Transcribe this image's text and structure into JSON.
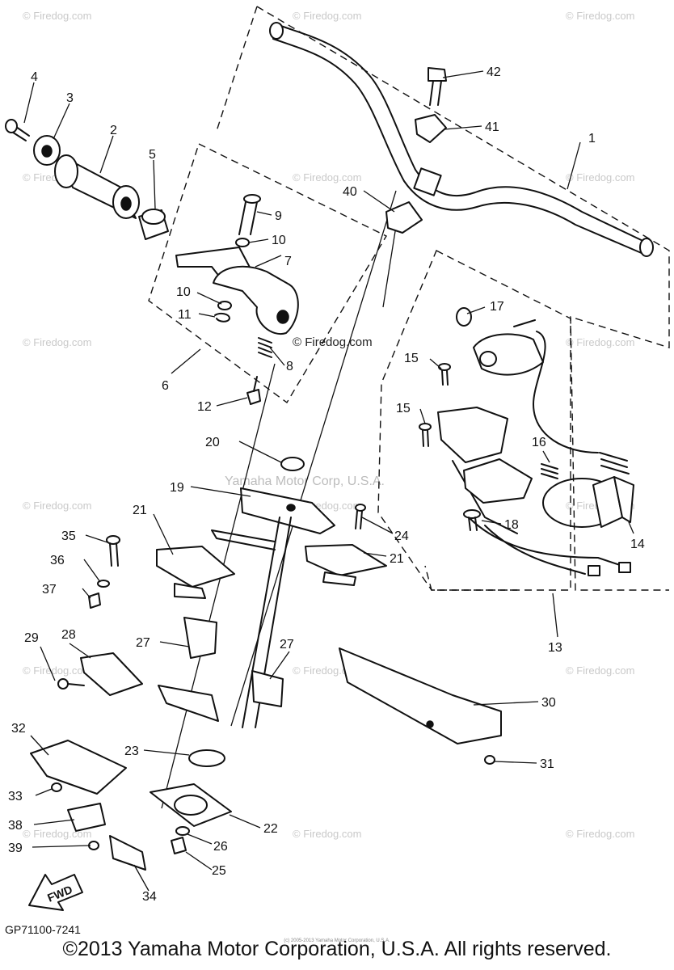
{
  "watermark": "© Firedog.com",
  "watermark_center": "© Firedog.com",
  "yamaha_watermark": "Yamaha Motor Corp, U.S.A.",
  "fwd_label": "FWD",
  "diagram_code": "GP71100-7241",
  "copyright": "©2013 Yamaha Motor Corporation, U.S.A. All rights reserved.",
  "tiny_copyright": "(c) 2005-2013 Yamaha Motor Corporation, U.S.A.",
  "callouts": [
    {
      "id": "c1",
      "label": "1"
    },
    {
      "id": "c2",
      "label": "2"
    },
    {
      "id": "c3",
      "label": "3"
    },
    {
      "id": "c4",
      "label": "4"
    },
    {
      "id": "c5",
      "label": "5"
    },
    {
      "id": "c6",
      "label": "6"
    },
    {
      "id": "c7",
      "label": "7"
    },
    {
      "id": "c8",
      "label": "8"
    },
    {
      "id": "c9",
      "label": "9"
    },
    {
      "id": "c10a",
      "label": "10"
    },
    {
      "id": "c10b",
      "label": "10"
    },
    {
      "id": "c11",
      "label": "11"
    },
    {
      "id": "c12",
      "label": "12"
    },
    {
      "id": "c13",
      "label": "13"
    },
    {
      "id": "c14",
      "label": "14"
    },
    {
      "id": "c15a",
      "label": "15"
    },
    {
      "id": "c15b",
      "label": "15"
    },
    {
      "id": "c16",
      "label": "16"
    },
    {
      "id": "c17",
      "label": "17"
    },
    {
      "id": "c18",
      "label": "18"
    },
    {
      "id": "c19",
      "label": "19"
    },
    {
      "id": "c20",
      "label": "20"
    },
    {
      "id": "c21a",
      "label": "21"
    },
    {
      "id": "c21b",
      "label": "21"
    },
    {
      "id": "c22",
      "label": "22"
    },
    {
      "id": "c23",
      "label": "23"
    },
    {
      "id": "c24",
      "label": "24"
    },
    {
      "id": "c25",
      "label": "25"
    },
    {
      "id": "c26",
      "label": "26"
    },
    {
      "id": "c27a",
      "label": "27"
    },
    {
      "id": "c27b",
      "label": "27"
    },
    {
      "id": "c28",
      "label": "28"
    },
    {
      "id": "c29",
      "label": "29"
    },
    {
      "id": "c30",
      "label": "30"
    },
    {
      "id": "c31",
      "label": "31"
    },
    {
      "id": "c32",
      "label": "32"
    },
    {
      "id": "c33",
      "label": "33"
    },
    {
      "id": "c34",
      "label": "34"
    },
    {
      "id": "c35",
      "label": "35"
    },
    {
      "id": "c36",
      "label": "36"
    },
    {
      "id": "c37",
      "label": "37"
    },
    {
      "id": "c38",
      "label": "38"
    },
    {
      "id": "c39",
      "label": "39"
    },
    {
      "id": "c40",
      "label": "40"
    },
    {
      "id": "c41",
      "label": "41"
    },
    {
      "id": "c42",
      "label": "42"
    }
  ]
}
